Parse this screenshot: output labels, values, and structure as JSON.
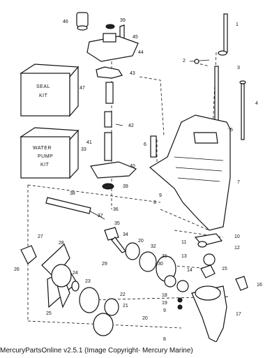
{
  "footer": {
    "text": "MercuryPartsOnline v2.5.1 (Image Copyright- Mercury Marine)"
  },
  "kits": {
    "seal": [
      "SEAL",
      "KIT"
    ],
    "water_pump": [
      "WATER",
      "PUMP",
      "KIT"
    ]
  },
  "callouts": [
    "1",
    "2",
    "3",
    "4",
    "5",
    "6",
    "7",
    "8",
    "9",
    "10",
    "11",
    "12",
    "13",
    "14",
    "15",
    "16",
    "17",
    "18",
    "19",
    "9",
    "8",
    "20",
    "21",
    "22",
    "23",
    "24",
    "25",
    "26",
    "27",
    "28",
    "29",
    "30",
    "31",
    "32",
    "20",
    "34",
    "35",
    "36",
    "37",
    "38",
    "39",
    "40",
    "41",
    "42",
    "43",
    "44",
    "45",
    "46",
    "47",
    "33",
    "39"
  ]
}
